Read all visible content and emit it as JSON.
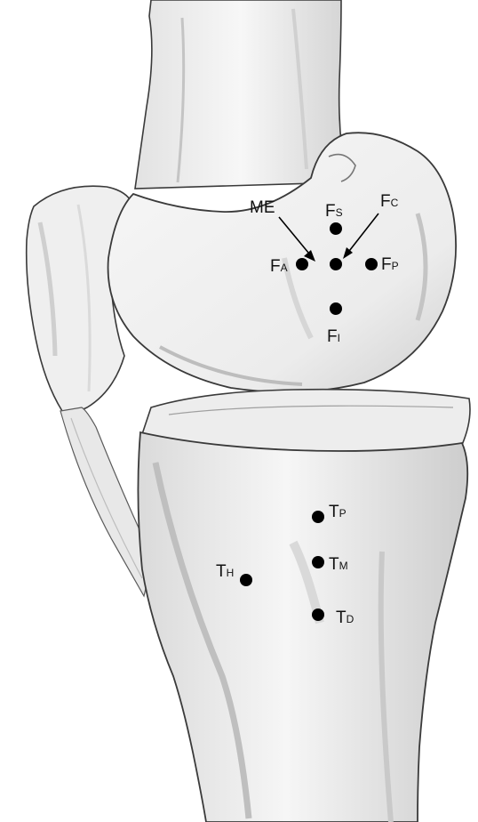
{
  "labels": {
    "me": "ME",
    "fs": {
      "main": "F",
      "sub": "S"
    },
    "fc": {
      "main": "F",
      "sub": "C"
    },
    "fa": {
      "main": "F",
      "sub": "A"
    },
    "fp": {
      "main": "F",
      "sub": "P"
    },
    "fi": {
      "main": "F",
      "sub": "I"
    },
    "tp": {
      "main": "T",
      "sub": "P"
    },
    "tm": {
      "main": "T",
      "sub": "M"
    },
    "th": {
      "main": "T",
      "sub": "H"
    },
    "td": {
      "main": "T",
      "sub": "D"
    }
  },
  "colors": {
    "bone_fill": "#f4f4f4",
    "bone_shade": "#c9c9c9",
    "outline": "#3a3a3a",
    "marker": "#000000"
  }
}
